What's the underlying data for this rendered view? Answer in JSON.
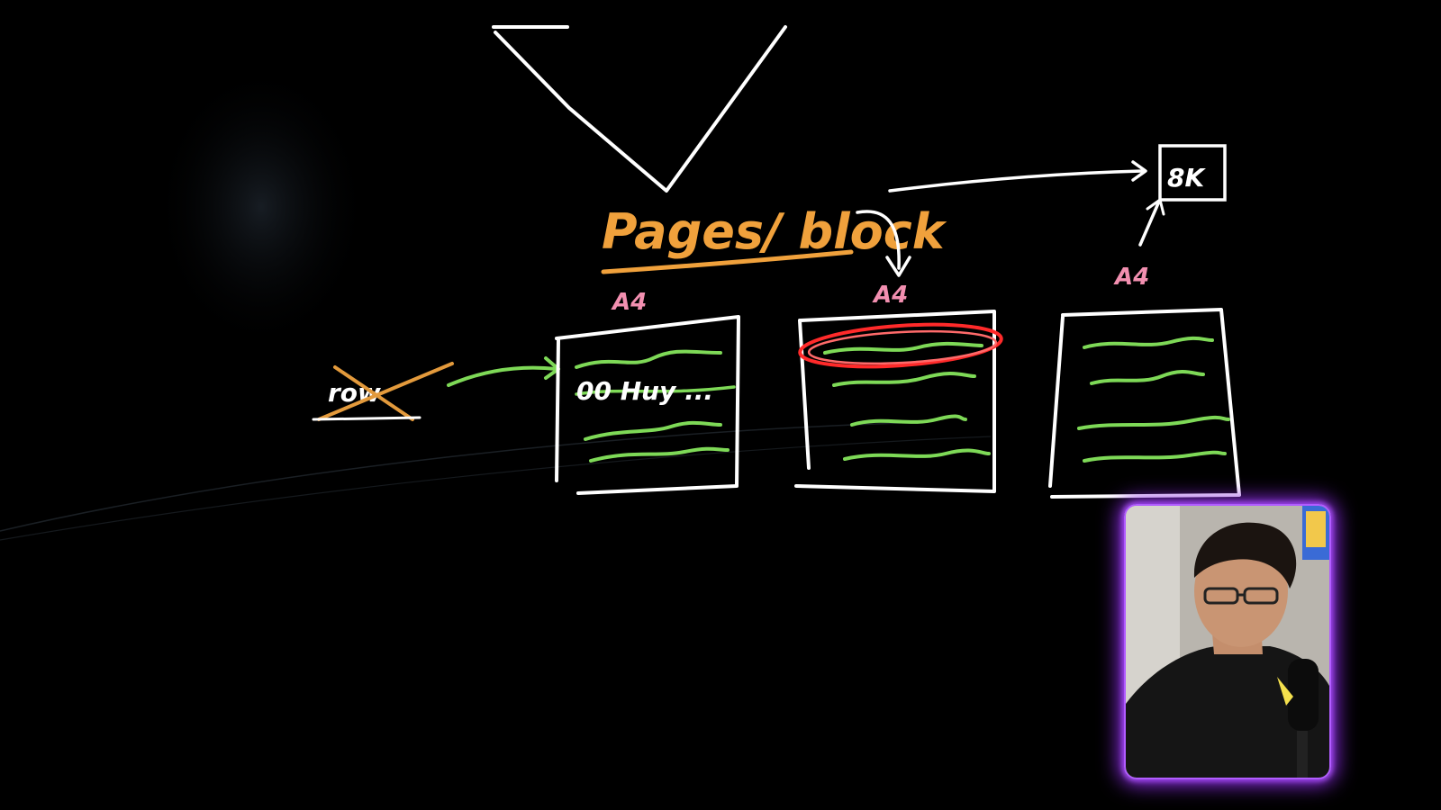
{
  "diagram": {
    "title": "Pages/ block",
    "left_term": "row",
    "first_page_text": "00 Huy ...",
    "page_label": "A4",
    "size_label": "8K",
    "colors": {
      "background": "#000000",
      "ink": "#ffffff",
      "title": "#f0a13c",
      "page_label": "#f28fb0",
      "lines": "#7ed957",
      "highlight": "#ff2a2a",
      "crossed": "#e39a3c",
      "webcam_glow": "#8a2be2"
    }
  },
  "pages": [
    {
      "label": "A4",
      "highlighted": false
    },
    {
      "label": "A4",
      "highlighted": true
    },
    {
      "label": "A4",
      "highlighted": false
    }
  ],
  "webcam": {
    "icon": "presenter-video"
  }
}
